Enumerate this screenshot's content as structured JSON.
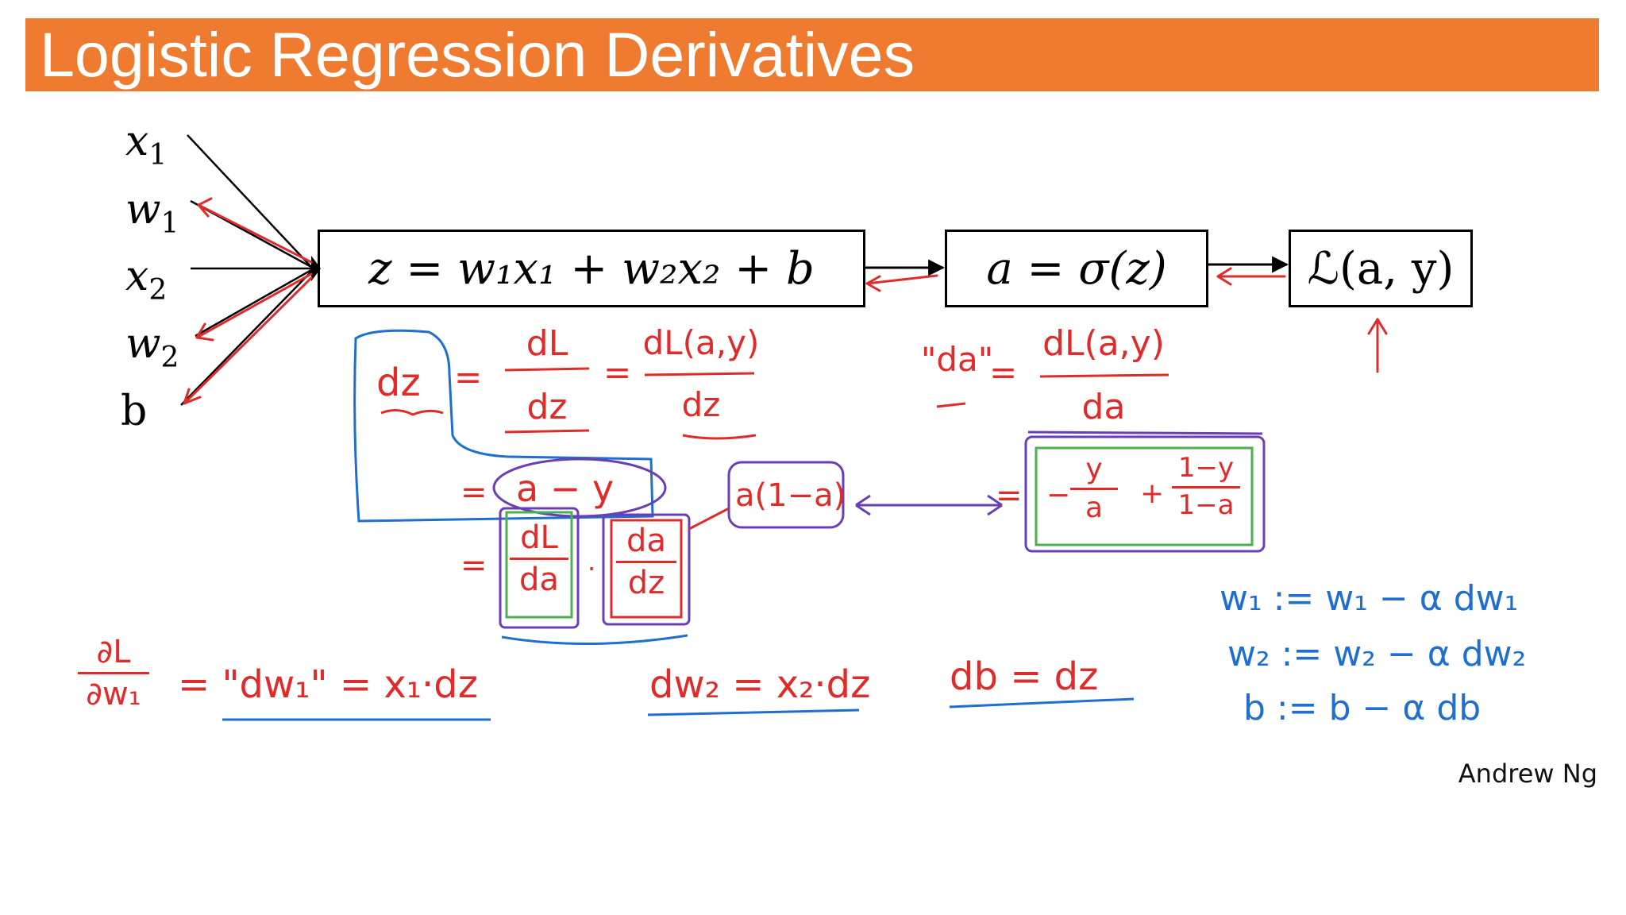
{
  "title": "Logistic Regression Derivatives",
  "inputs": {
    "x1": "x",
    "x1_sub": "1",
    "w1": "w",
    "w1_sub": "1",
    "x2": "x",
    "x2_sub": "2",
    "w2": "w",
    "w2_sub": "2",
    "b": "b"
  },
  "boxes": {
    "z": "z = w₁x₁ + w₂x₂ + b",
    "a": "a = σ(z)",
    "loss": "ℒ(a, y)"
  },
  "handwriting": {
    "dz": "dz",
    "eq": "=",
    "dL": "dL",
    "dz_den": "dz",
    "dLay": "dL(a,y)",
    "dz_den2": "dz",
    "da_quote": "\"da\"",
    "dLay2": "dL(a,y)",
    "da_den": "da",
    "a_minus_y": "a − y",
    "dL_da_num": "dL",
    "dL_da_den": "da",
    "da_dz_num": "da",
    "da_dz_den": "dz",
    "a_one_minus_a": "a(1−a)",
    "neg": "−",
    "y_num": "y",
    "a_den": "a",
    "plus": "+",
    "one_minus_y": "1−y",
    "one_minus_a": "1−a",
    "dw1_lhs_num": "∂L",
    "dw1_lhs_den": "∂w₁",
    "dw1_eq": "= \"dw₁\" = x₁·dz",
    "dw2_eq": "dw₂ = x₂·dz",
    "db_eq": "db = dz",
    "update1": "w₁ := w₁ − α dw₁",
    "update2": "w₂ := w₂ − α dw₂",
    "update3": "b := b − α db"
  },
  "author": "Andrew Ng",
  "colors": {
    "title_bg": "#ee7b30",
    "red_ink": "#e02b2b",
    "blue_ink": "#1f6fd0",
    "green_ink": "#4caf50",
    "purple_ink": "#6a3fb5"
  }
}
